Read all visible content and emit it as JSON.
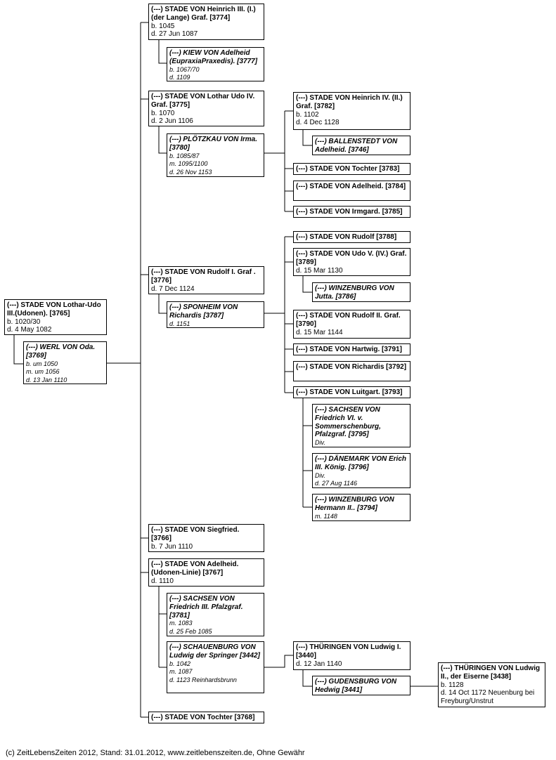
{
  "persons": {
    "p3765": {
      "name": "(---) STADE VON Lothar-Udo III.(Udonen). [3765]",
      "lines": [
        "b. 1020/30",
        "d. 4 May 1082"
      ]
    },
    "p3769": {
      "name": "(---) WERL VON Oda. [3769]",
      "lines": [
        "b. um 1050",
        "m. um 1056",
        "d. 13 Jan 1110"
      ]
    },
    "p3774": {
      "name": "(---) STADE VON Heinrich III. (I.)(der Lange) Graf. [3774]",
      "lines": [
        "b. 1045",
        "d. 27 Jun 1087"
      ]
    },
    "p3777": {
      "name": "(---) KIEW VON Adelheid (EupraxiaPraxedis). [3777]",
      "lines": [
        "b. 1067/70",
        "d. 1109"
      ]
    },
    "p3775": {
      "name": "(---) STADE VON Lothar Udo IV. Graf. [3775]",
      "lines": [
        "b. 1070",
        "d. 2 Jun 1106"
      ]
    },
    "p3780": {
      "name": "(---) PLÖTZKAU VON Irma. [3780]",
      "lines": [
        "b. 1085/87",
        "m. 1095/1100",
        "d. 26 Nov 1153"
      ]
    },
    "p3782": {
      "name": "(---) STADE VON Heinrich IV. (II.) Graf. [3782]",
      "lines": [
        "b. 1102",
        "d. 4 Dec 1128"
      ]
    },
    "p3746": {
      "name": "(---) BALLENSTEDT VON Adelheid. [3746]",
      "lines": []
    },
    "p3783": {
      "name": "(---) STADE VON Tochter [3783]",
      "lines": []
    },
    "p3784": {
      "name": "(---) STADE VON Adelheid. [3784]",
      "lines": []
    },
    "p3785": {
      "name": "(---) STADE VON Irmgard. [3785]",
      "lines": []
    },
    "p3776": {
      "name": "(---) STADE VON Rudolf I. Graf . [3776]",
      "lines": [
        "d. 7 Dec 1124"
      ]
    },
    "p3787": {
      "name": "(---) SPONHEIM VON Richardis [3787]",
      "lines": [
        "d. 1151"
      ]
    },
    "p3788": {
      "name": "(---) STADE VON Rudolf [3788]",
      "lines": []
    },
    "p3789": {
      "name": "(---) STADE VON Udo V. (IV.) Graf. [3789]",
      "lines": [
        "d. 15 Mar 1130"
      ]
    },
    "p3786": {
      "name": "(---) WINZENBURG VON Jutta. [3786]",
      "lines": []
    },
    "p3790": {
      "name": "(---) STADE VON Rudolf II. Graf. [3790]",
      "lines": [
        "d. 15 Mar 1144"
      ]
    },
    "p3791": {
      "name": "(---) STADE VON Hartwig. [3791]",
      "lines": []
    },
    "p3792": {
      "name": "(---) STADE VON Richardis [3792]",
      "lines": []
    },
    "p3793": {
      "name": "(---) STADE VON Luitgart. [3793]",
      "lines": []
    },
    "p3795": {
      "name": "(---) SACHSEN VON Friedrich VI. v. Sommerschenburg, Pfalzgraf. [3795]",
      "lines": [
        "Div."
      ]
    },
    "p3796": {
      "name": "(---) DÄNEMARK VON Erich III. König. [3796]",
      "lines": [
        "Div.",
        "d. 27 Aug 1146"
      ]
    },
    "p3794": {
      "name": "(---) WINZENBURG VON Hermann II.. [3794]",
      "lines": [
        "m. 1148"
      ]
    },
    "p3766": {
      "name": "(---) STADE VON Siegfried. [3766]",
      "lines": [
        "b. 7 Jun 1110"
      ]
    },
    "p3767": {
      "name": "(---) STADE VON Adelheid. (Udonen-Linie) [3767]",
      "lines": [
        "d. 1110"
      ]
    },
    "p3781": {
      "name": "(---) SACHSEN VON Friedrich III. Pfalzgraf. [3781]",
      "lines": [
        "m. 1083",
        "d. 25 Feb 1085"
      ]
    },
    "p3442": {
      "name": "(---) SCHAUENBURG VON Ludwig der Springer [3442]",
      "lines": [
        "b. 1042",
        "m. 1087",
        "d. 1123 Reinhardsbrunn"
      ]
    },
    "p3440": {
      "name": "(---) THÜRINGEN VON Ludwig I. [3440]",
      "lines": [
        "d. 12 Jan 1140"
      ]
    },
    "p3441": {
      "name": "(---) GUDENSBURG VON Hedwig [3441]",
      "lines": []
    },
    "p3438": {
      "name": "(---) THÜRINGEN VON Ludwig II., der Eiserne [3438]",
      "lines": [
        "b. 1128",
        "d. 14 Oct 1172 Neuenburg bei Freyburg/Unstrut"
      ]
    },
    "p3768": {
      "name": "(---) STADE VON Tochter [3768]",
      "lines": []
    }
  },
  "footer": "(c) ZeitLebensZeiten 2012, Stand: 31.01.2012, www.zeitlebenszeiten.de, Ohne Gewähr"
}
